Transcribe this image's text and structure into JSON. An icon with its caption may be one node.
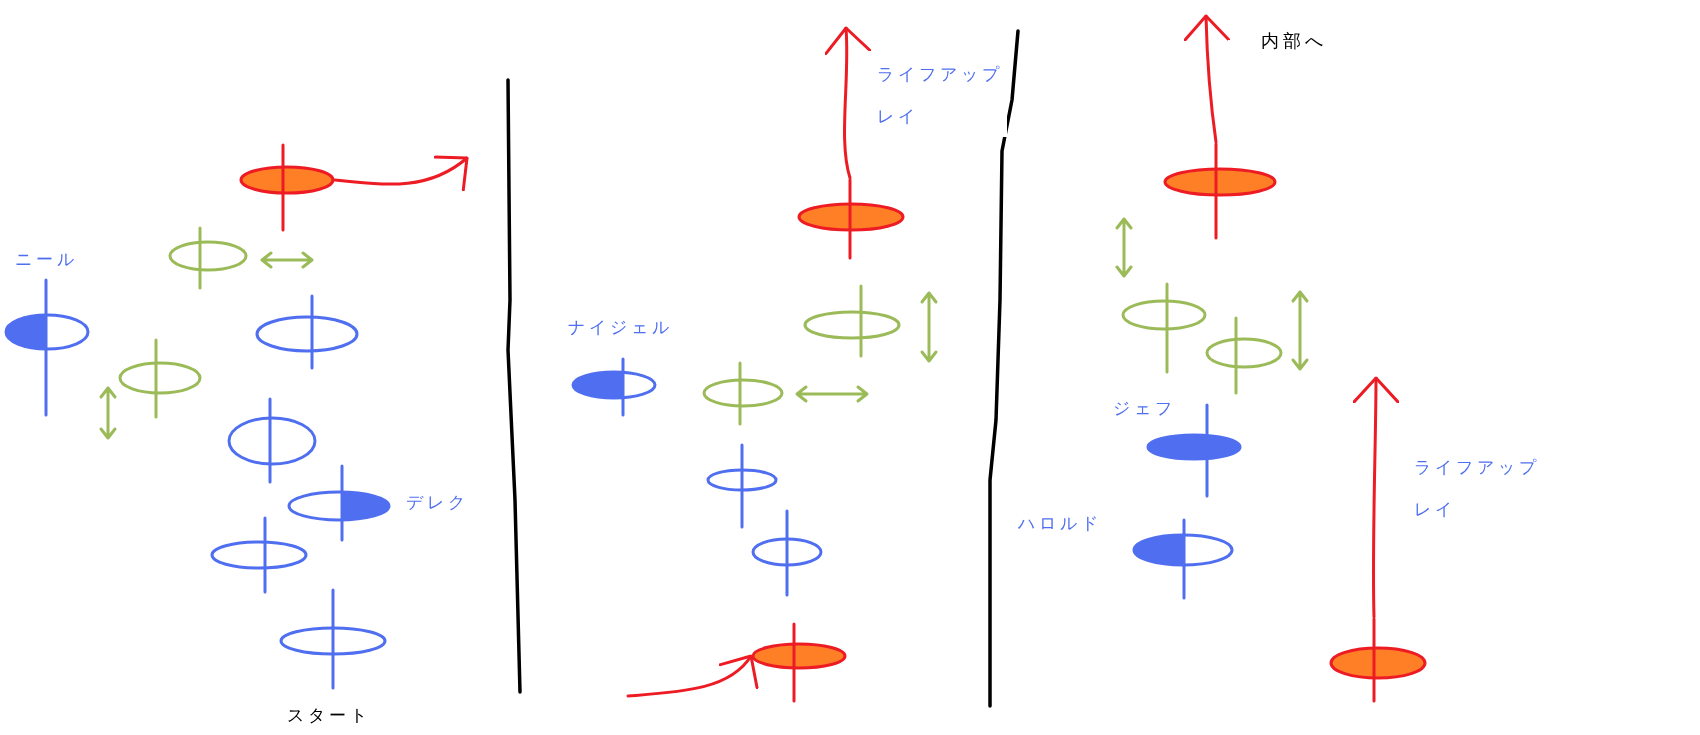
{
  "diagram": {
    "nodes": [
      {
        "text": [],
        "shape": "ellipse"
      },
      {
        "text": [],
        "shape": "ellipse"
      },
      {
        "text": [],
        "shape": "ellipse",
        "beside": [
          "ニール"
        ]
      },
      {
        "text": [],
        "shape": "ellipse"
      },
      {
        "text": [],
        "shape": "ellipse"
      },
      {
        "text": [],
        "shape": "ellipse"
      },
      {
        "text": [],
        "shape": "ellipse",
        "beside": [
          "デレク"
        ]
      },
      {
        "text": [],
        "shape": "ellipse"
      },
      {
        "text": [],
        "shape": "ellipse",
        "beside": [
          "スタート"
        ]
      },
      {
        "text": [],
        "shape": "ellipse"
      },
      {
        "text": [],
        "shape": "ellipse"
      },
      {
        "text": [],
        "shape": "ellipse",
        "beside": [
          "ナイジェル"
        ]
      },
      {
        "text": [],
        "shape": "ellipse"
      },
      {
        "text": [],
        "shape": "ellipse"
      },
      {
        "text": [],
        "shape": "ellipse"
      },
      {
        "text": [],
        "shape": "ellipse"
      },
      {
        "text": [],
        "shape": "ellipse"
      },
      {
        "text": [],
        "shape": "ellipse"
      },
      {
        "text": [],
        "shape": "ellipse"
      },
      {
        "text": [],
        "shape": "ellipse",
        "beside": [
          "ジェフ"
        ]
      },
      {
        "text": [],
        "shape": "ellipse",
        "beside": [
          "ハロルド"
        ]
      },
      {
        "text": [],
        "shape": "ellipse"
      }
    ],
    "edges": [
      {
        "from": 0,
        "to": null,
        "arrow": "to"
      },
      {
        "from": 9,
        "to": null,
        "arrow": "to",
        "label": "ライフアップレイ"
      },
      {
        "from": null,
        "to": 15,
        "arrow": "to"
      },
      {
        "from": 16,
        "to": null,
        "arrow": "to",
        "label": "内部へ"
      },
      {
        "from": 21,
        "to": null,
        "arrow": "to",
        "label": "ライフアップレイ"
      }
    ]
  }
}
